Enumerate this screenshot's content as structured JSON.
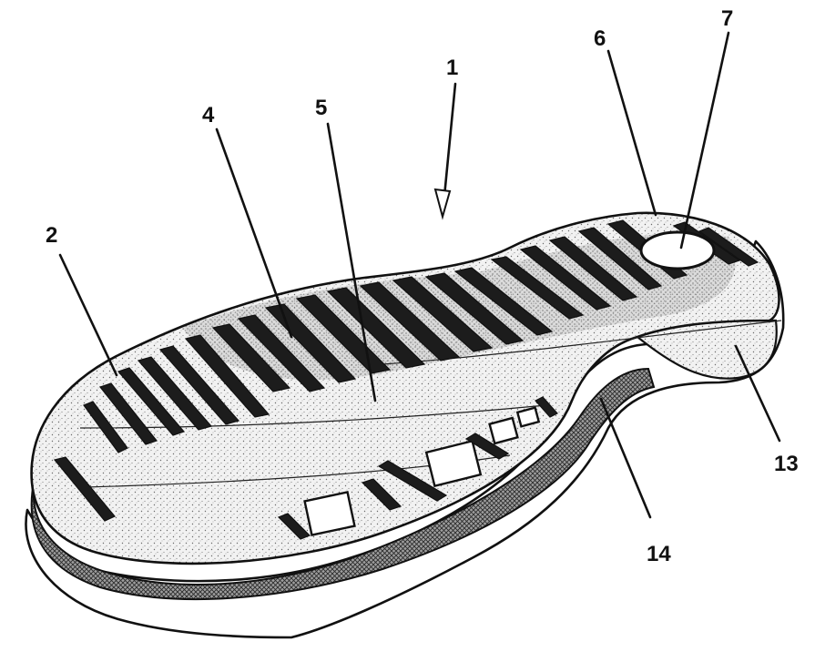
{
  "figure": {
    "labels": [
      {
        "id": "label-1",
        "text": "1"
      },
      {
        "id": "label-2",
        "text": "2"
      },
      {
        "id": "label-4",
        "text": "4"
      },
      {
        "id": "label-5",
        "text": "5"
      },
      {
        "id": "label-6",
        "text": "6"
      },
      {
        "id": "label-7",
        "text": "7"
      },
      {
        "id": "label-13",
        "text": "13"
      },
      {
        "id": "label-14",
        "text": "14"
      }
    ]
  }
}
